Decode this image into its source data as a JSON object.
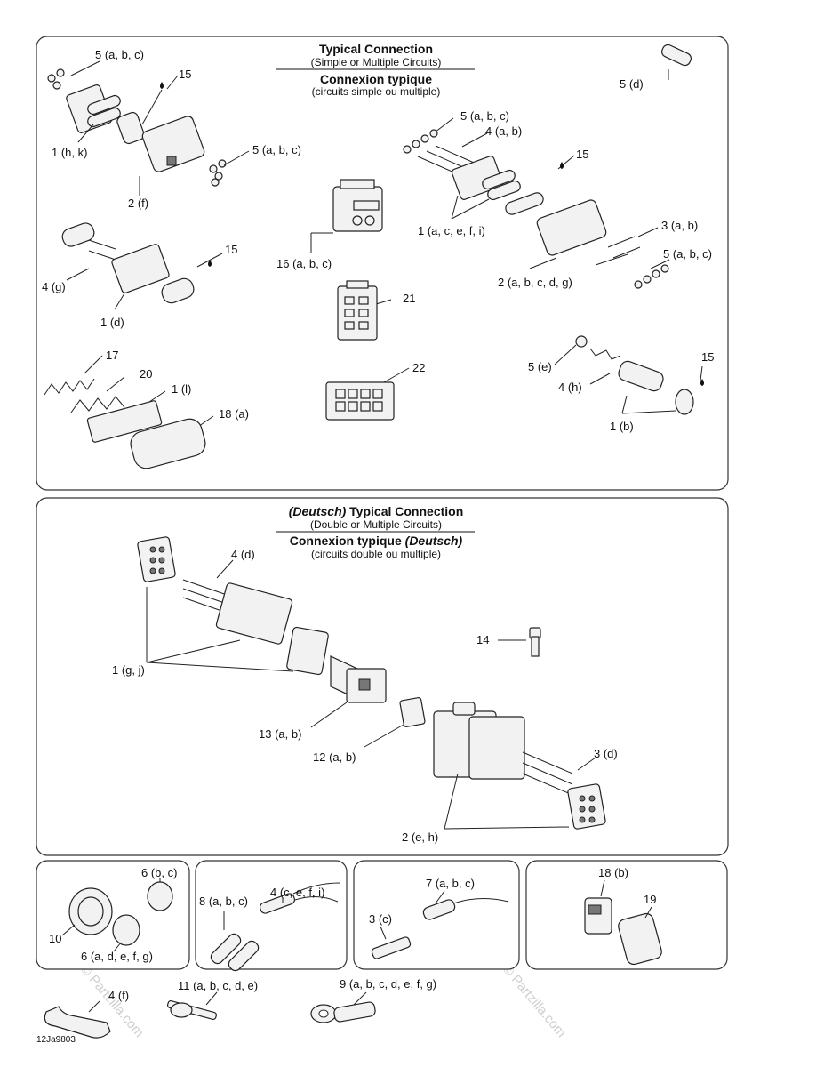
{
  "panel_top": {
    "title": "Typical Connection",
    "subtitle": "(Simple or Multiple Circuits)",
    "title_fr": "Connexion typique",
    "subtitle_fr": "(circuits simple ou multiple)",
    "labels": [
      "5 (a, b, c)",
      "15",
      "1 (h, k)",
      "2 (f)",
      "5 (a, b, c)",
      "5 (d)",
      "5 (a, b, c)",
      "4 (a, b)",
      "15",
      "1 (a, c, e, f, i)",
      "3 (a, b)",
      "5 (a, b, c)",
      "2 (a, b, c, d, g)",
      "16 (a, b, c)",
      "15",
      "4 (g)",
      "1 (d)",
      "21",
      "17",
      "20",
      "1 (l)",
      "18 (a)",
      "22",
      "5 (e)",
      "15",
      "4 (h)",
      "1 (b)"
    ]
  },
  "panel_mid": {
    "title_italic": "(Deutsch)",
    "title": "Typical Connection",
    "subtitle": "(Double or Multiple Circuits)",
    "title_fr": "Connexion typique",
    "title_fr_italic": "(Deutsch)",
    "subtitle_fr": "(circuits double ou multiple)",
    "labels": [
      "4 (d)",
      "1 (g, j)",
      "14",
      "13 (a, b)",
      "12 (a, b)",
      "3 (d)",
      "2 (e, h)"
    ]
  },
  "panels_bottom": [
    {
      "labels": [
        "6 (b, c)",
        "10",
        "6 (a, d, e, f, g)"
      ]
    },
    {
      "labels": [
        "4 (c, e, f, i)",
        "8 (a, b, c)"
      ]
    },
    {
      "labels": [
        "7 (a, b, c)",
        "3 (c)"
      ]
    },
    {
      "labels": [
        "18 (b)",
        "19"
      ]
    }
  ],
  "loose_labels": [
    "4 (f)",
    "11 (a, b, c, d, e)",
    "9 (a, b, c, d, e, f, g)"
  ],
  "drawing_code": "12Ja9803",
  "watermark": "© Partzilla.com"
}
